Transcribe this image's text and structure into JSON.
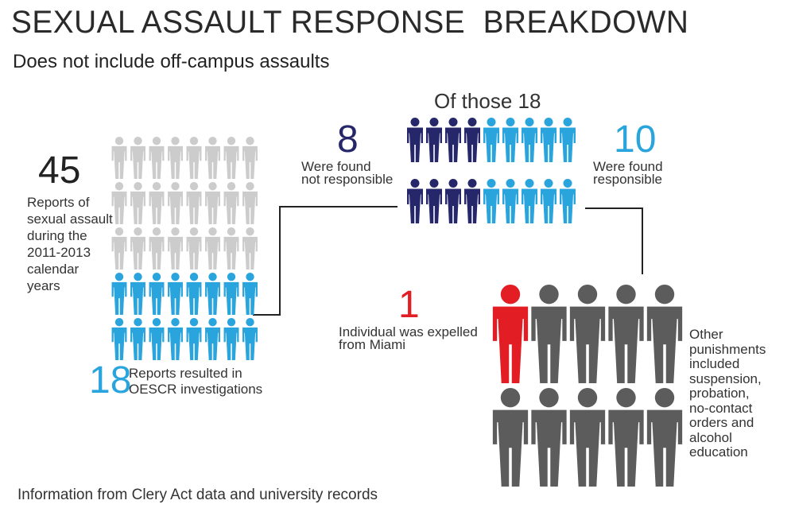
{
  "title": "SEXUAL ASSAULT RESPONSE  BREAKDOWN",
  "subtitle": "Does not include off-campus assaults",
  "reports": {
    "total": "45",
    "total_caption": [
      "Reports of",
      "sexual assault",
      "during the",
      "2011-2013",
      "calendar",
      "years"
    ],
    "investigated": "18",
    "investigated_caption": [
      "Reports resulted in",
      "OESCR investigations"
    ]
  },
  "investigations": {
    "heading": "Of those 18",
    "not_responsible_count": "8",
    "not_responsible_caption": [
      "Were found",
      "not responsible"
    ],
    "responsible_count": "10",
    "responsible_caption": [
      "Were found",
      "responsible"
    ]
  },
  "outcomes": {
    "expelled_count": "1",
    "expelled_caption": [
      "Individual was expelled",
      "from Miami"
    ],
    "other_caption": [
      "Other",
      "punishments",
      "included",
      "suspension,",
      "probation,",
      "no-contact",
      "orders and",
      "alcohol",
      "education"
    ]
  },
  "footer": "Information from Clery Act data and university records",
  "colors": {
    "gray_light": "#cccccc",
    "blue_light": "#2aa4dc",
    "navy": "#25276a",
    "red": "#e21d24",
    "gray_dark": "#5c5c5c",
    "connector": "#222222"
  },
  "icon": "person-icon"
}
